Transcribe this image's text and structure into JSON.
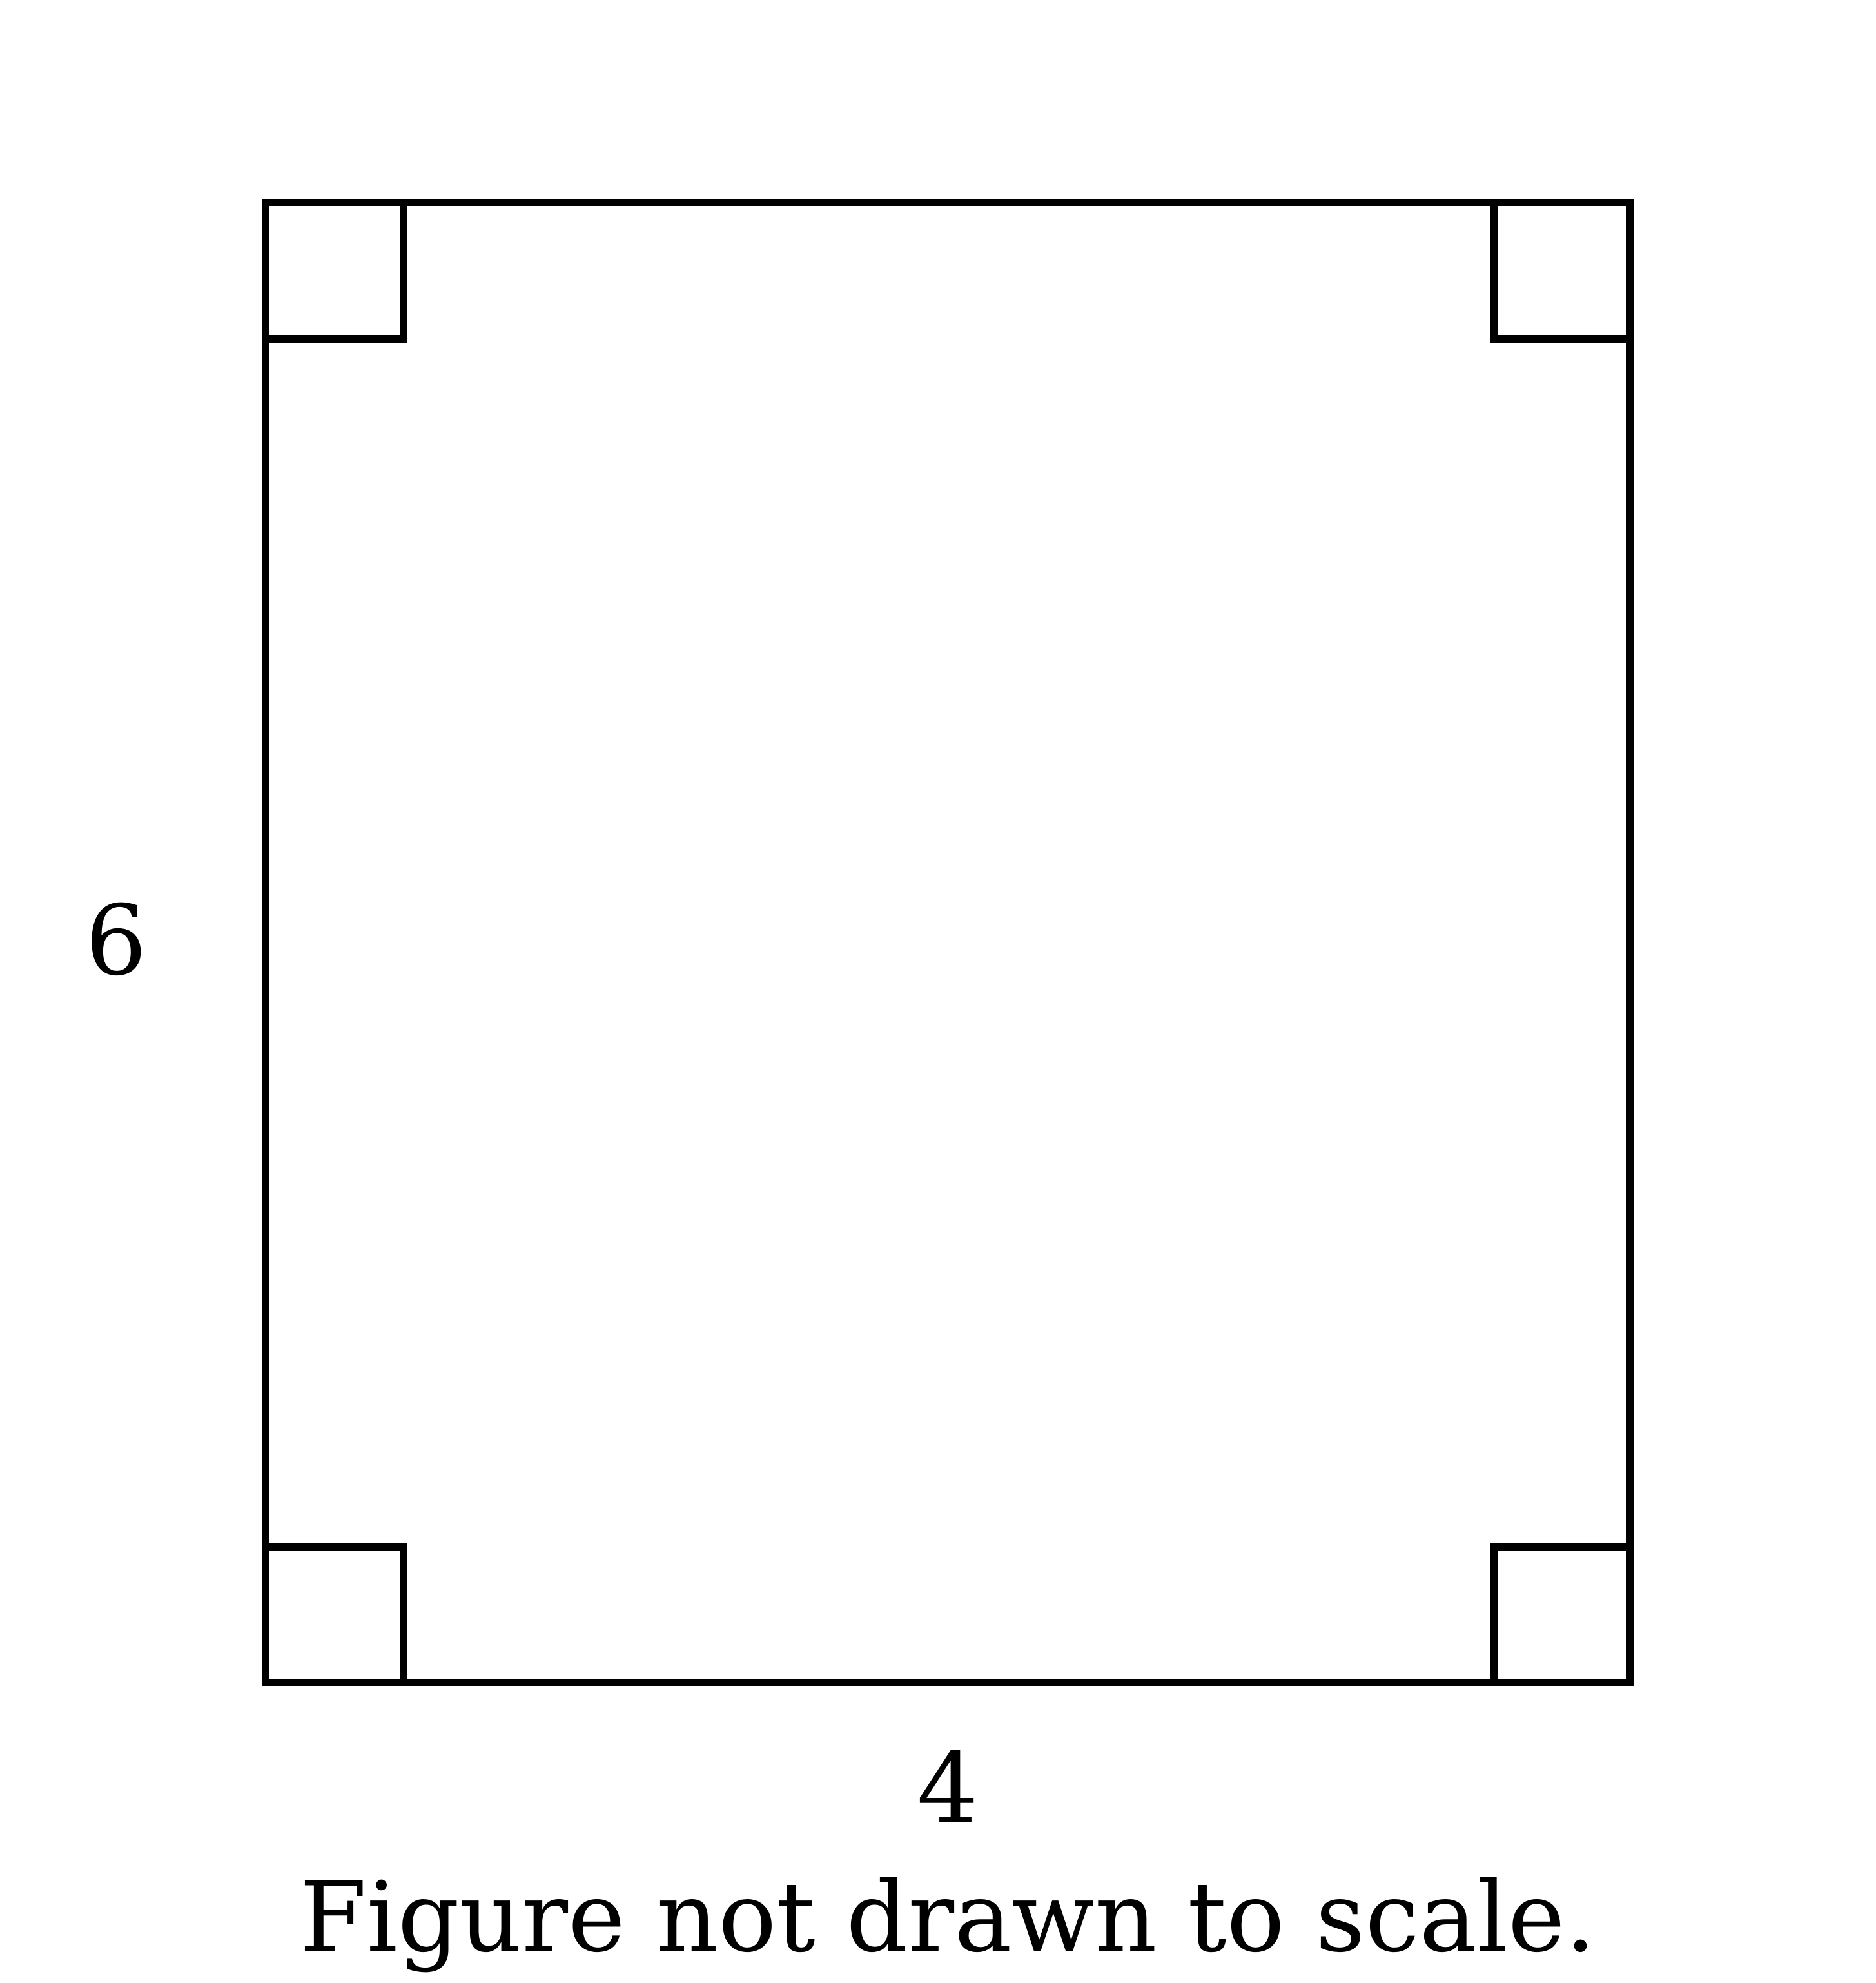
{
  "diagram": {
    "shape": "rectangle",
    "side_labels": {
      "left": "6",
      "bottom": "4"
    },
    "right_angle_markers": [
      "top-left",
      "top-right",
      "bottom-left",
      "bottom-right"
    ],
    "stroke_color": "#000000",
    "background_color": "#ffffff"
  },
  "caption": "Figure not drawn to scale."
}
